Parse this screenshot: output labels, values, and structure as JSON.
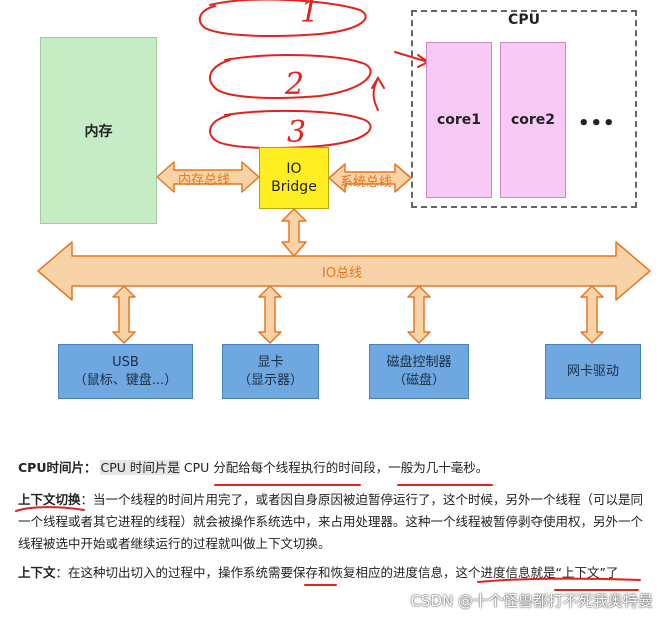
{
  "diagram": {
    "memory_label": "内存",
    "io_bridge_line1": "IO",
    "io_bridge_line2": "Bridge",
    "cpu_label": "CPU",
    "core1_label": "core1",
    "core2_label": "core2",
    "more_cores": "•••",
    "memory_bus_label": "内存总线",
    "system_bus_label": "系统总线",
    "io_bus_label": "IO总线",
    "devices": [
      {
        "line1": "USB",
        "line2": "（鼠标、键盘...）"
      },
      {
        "line1": "显卡",
        "line2": "（显示器）"
      },
      {
        "line1": "磁盘控制器",
        "line2": "（磁盘）"
      },
      {
        "line1": "网卡驱动",
        "line2": ""
      }
    ],
    "handwritten": [
      "1",
      "2",
      "3"
    ]
  },
  "notes": {
    "cpu_slice_term": "CPU时间片：",
    "cpu_slice_part1": "CPU 时间片是",
    "cpu_slice_part2": " CPU 分配给每个线程执行的时间段，一般为几十毫秒。",
    "context_switch_term": "上下文切换",
    "context_switch_line1": "：当一个线程的时间片用完了，或者因自身原因被迫暂停运行了，这个时候，另外一个线程（可以是同",
    "context_switch_line2": "一个线程或者其它进程的线程）就会被操作系统选中，来占用处理器。这种一个线程被暂停剥夺使用权，另外一个",
    "context_switch_line3": "线程被选中开始或者继续运行的过程就叫做上下文切换。",
    "context_term": "上下文",
    "context_text": "：在这种切出切入的过程中，操作系统需要保存和恢复相应的进度信息，这个进度信息就是“上下文”了"
  },
  "watermark": "CSDN @十个怪兽都打不死我奥特曼",
  "colors": {
    "memory": "#c6ecc6",
    "io_bridge": "#ffee22",
    "core": "#f7c9f5",
    "device": "#6fa8e0",
    "bus_arrow": "#f9d3a8",
    "bus_stroke": "#e8761f",
    "annotation_red": "#e0241b"
  }
}
